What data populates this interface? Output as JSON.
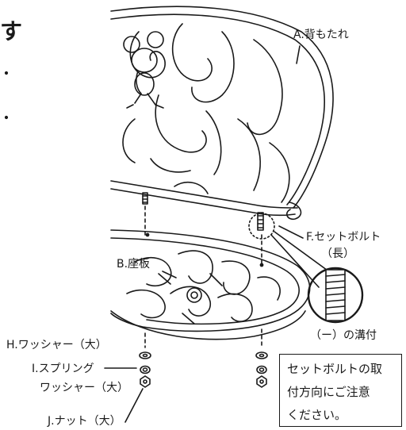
{
  "heading_fragment": "す",
  "labels": {
    "backrest": "A.背もたれ",
    "seat": "B.座板",
    "set_bolt": "F.セットボルト",
    "set_bolt_long": "（長）",
    "washer": "H.ワッシャー（大）",
    "spring_washer_1": "I.スプリング",
    "spring_washer_2": "ワッシャー（大）",
    "nut": "J.ナット（大）",
    "slot_note": "（ー）の溝付"
  },
  "note_box": {
    "line1": "セットボルトの取",
    "line2": "付方向にご注意",
    "line3": "ください。"
  }
}
